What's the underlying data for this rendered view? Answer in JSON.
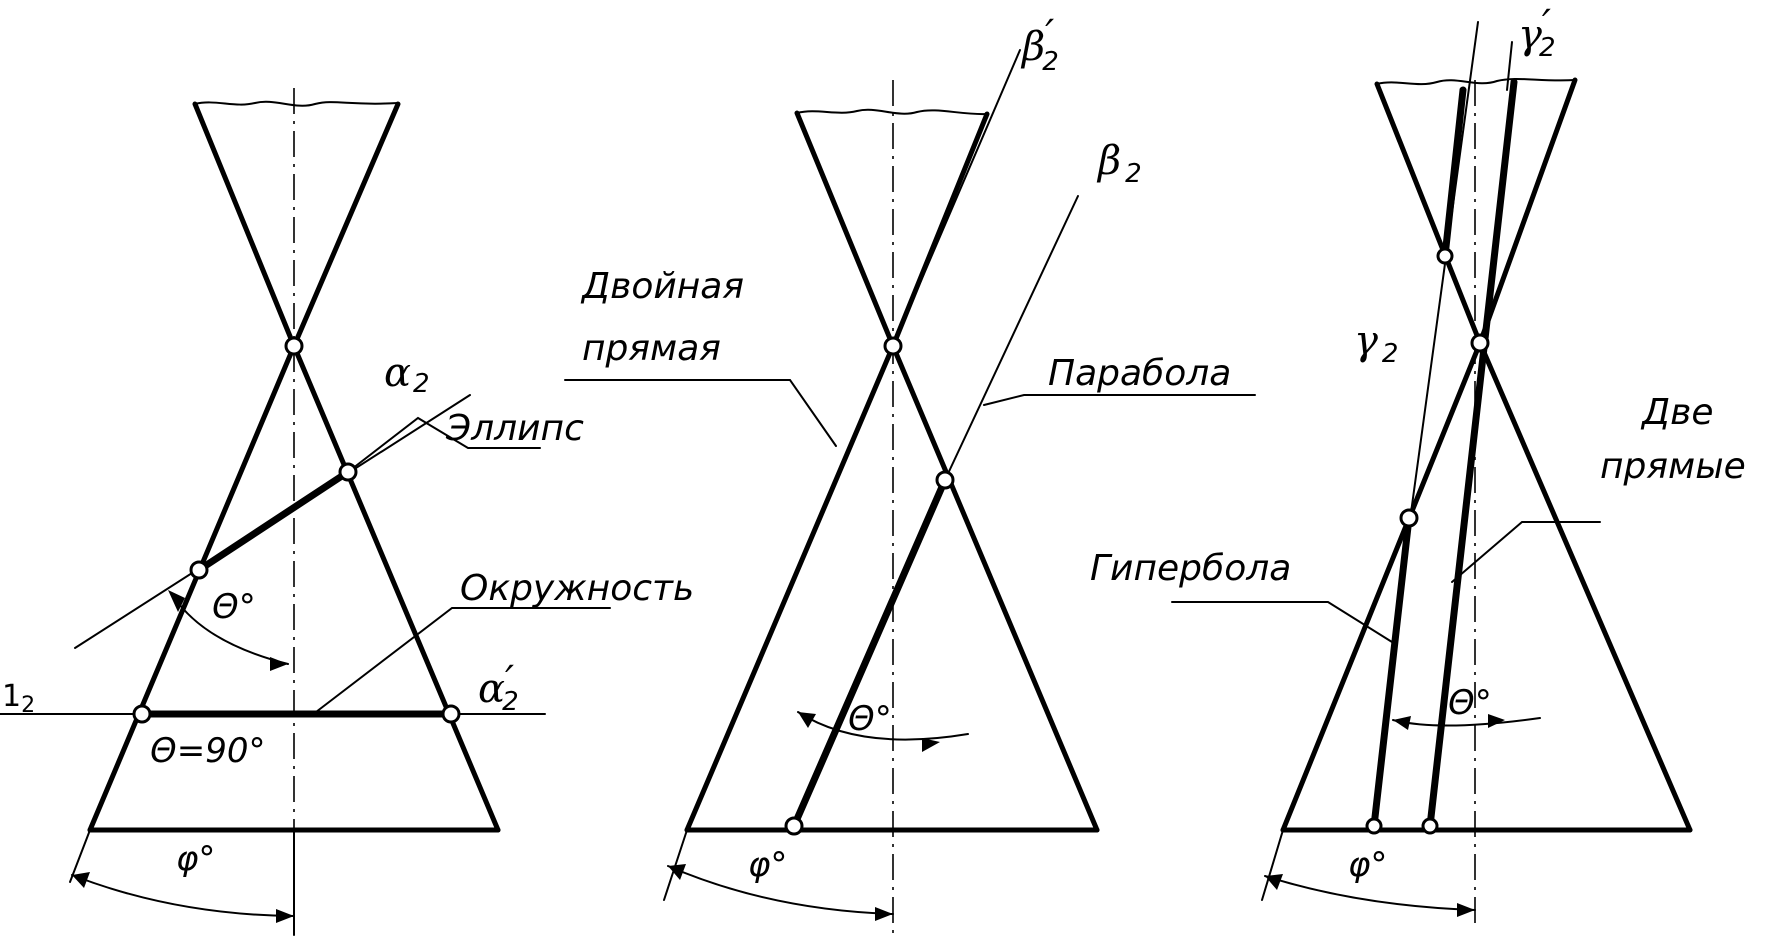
{
  "panel1": {
    "alpha2": {
      "sym": "α",
      "sub": "2"
    },
    "alpha2p": {
      "sym": "α",
      "sub": "2",
      "prime": "′"
    },
    "one2": {
      "sym": "1",
      "sub": "2"
    },
    "ellipse": "Эллипс",
    "circle": "Окружность",
    "theta": "Θ°",
    "theta90": "Θ=90°",
    "phi": "φ°"
  },
  "panel2": {
    "beta2p": {
      "sym": "β",
      "sub": "2",
      "prime": "′"
    },
    "beta2": {
      "sym": "β",
      "sub": "2"
    },
    "double_line": [
      "Двойная",
      "прямая"
    ],
    "parabola": "Парабола",
    "theta": "Θ°",
    "phi": "φ°"
  },
  "panel3": {
    "gamma2p": {
      "sym": "γ",
      "sub": "2",
      "prime": "′"
    },
    "gamma2": {
      "sym": "γ",
      "sub": "2"
    },
    "two_lines": [
      "Две",
      "прямые"
    ],
    "hyperbola": "Гипербола",
    "theta": "Θ°",
    "phi": "φ°"
  }
}
